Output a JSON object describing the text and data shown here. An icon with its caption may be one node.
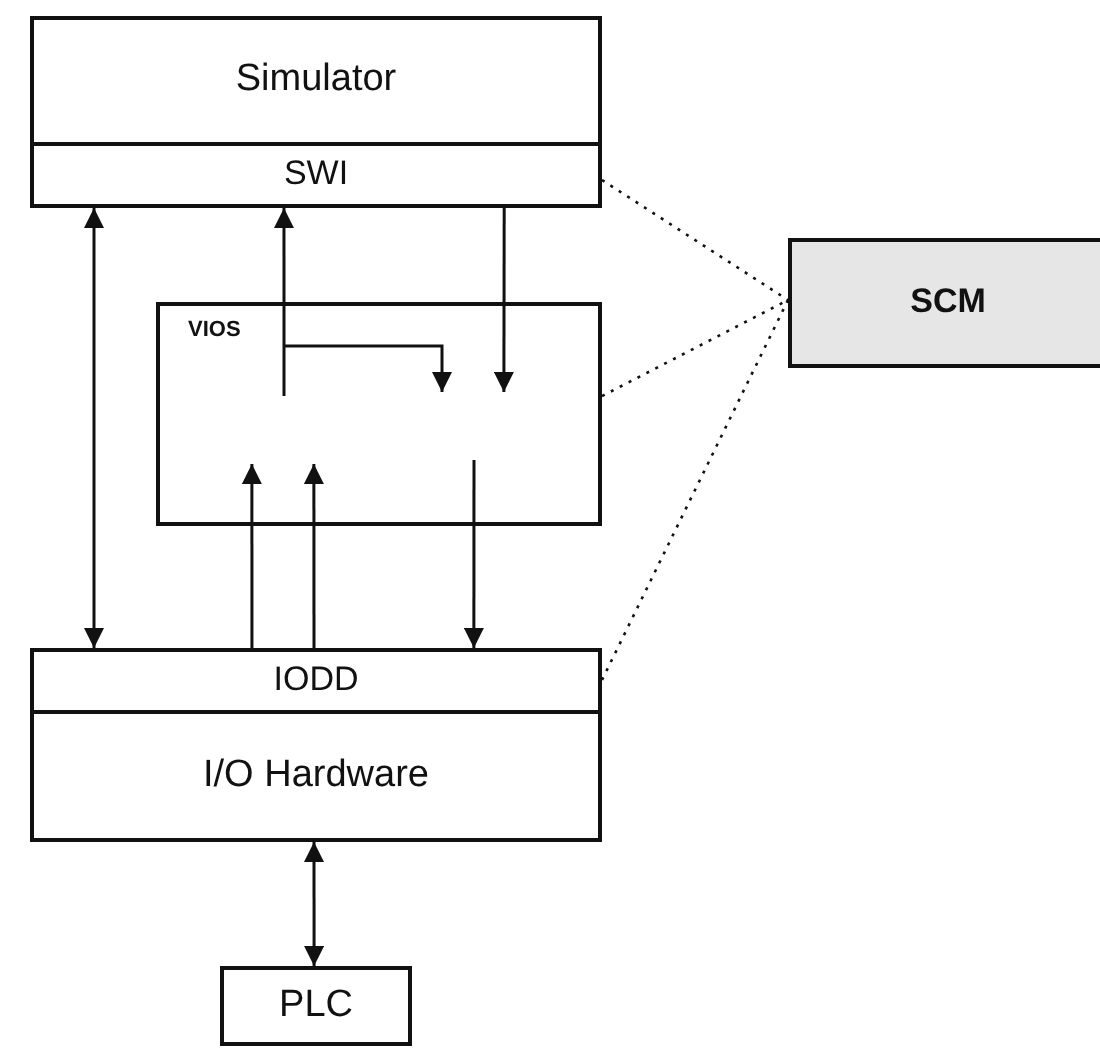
{
  "diagram": {
    "nodes": [
      {
        "text": [
          "Simulator"
        ]
      },
      {
        "text": [
          "SWI"
        ]
      },
      {
        "text": [
          "VIOS"
        ]
      },
      {
        "text": [
          "SCM"
        ]
      },
      {
        "text": [
          "IODD"
        ]
      },
      {
        "text": [
          "I/O Hardware"
        ]
      },
      {
        "text": [
          "PLC"
        ]
      }
    ],
    "edges": [
      {
        "from": 1,
        "to": 4,
        "arrow": "both"
      },
      {
        "from": 2,
        "to": 1,
        "arrow": "to"
      },
      {
        "from": 1,
        "to": 2,
        "arrow": "to"
      },
      {
        "from": 4,
        "to": 2,
        "arrow": "to"
      },
      {
        "from": 4,
        "to": 2,
        "arrow": "to"
      },
      {
        "from": 2,
        "to": 4,
        "arrow": "to"
      },
      {
        "from": 5,
        "to": 6,
        "arrow": "both"
      },
      {
        "from": 1,
        "to": 3,
        "arrow": "none",
        "style": "dashed"
      },
      {
        "from": 2,
        "to": 3,
        "arrow": "none",
        "style": "dashed"
      },
      {
        "from": 4,
        "to": 3,
        "arrow": "none",
        "style": "dashed"
      }
    ]
  }
}
